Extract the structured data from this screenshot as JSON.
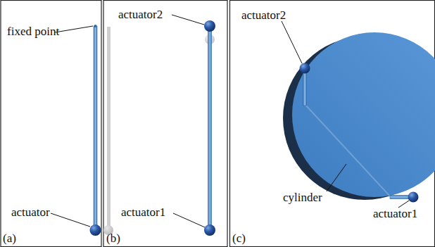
{
  "diagram": {
    "labels": [
      "fixed point",
      "actuator",
      "(a)",
      "actuator2",
      "actuator1",
      "(b)",
      "actuator2",
      "cylinder",
      "actuator1",
      "(c)"
    ]
  }
}
